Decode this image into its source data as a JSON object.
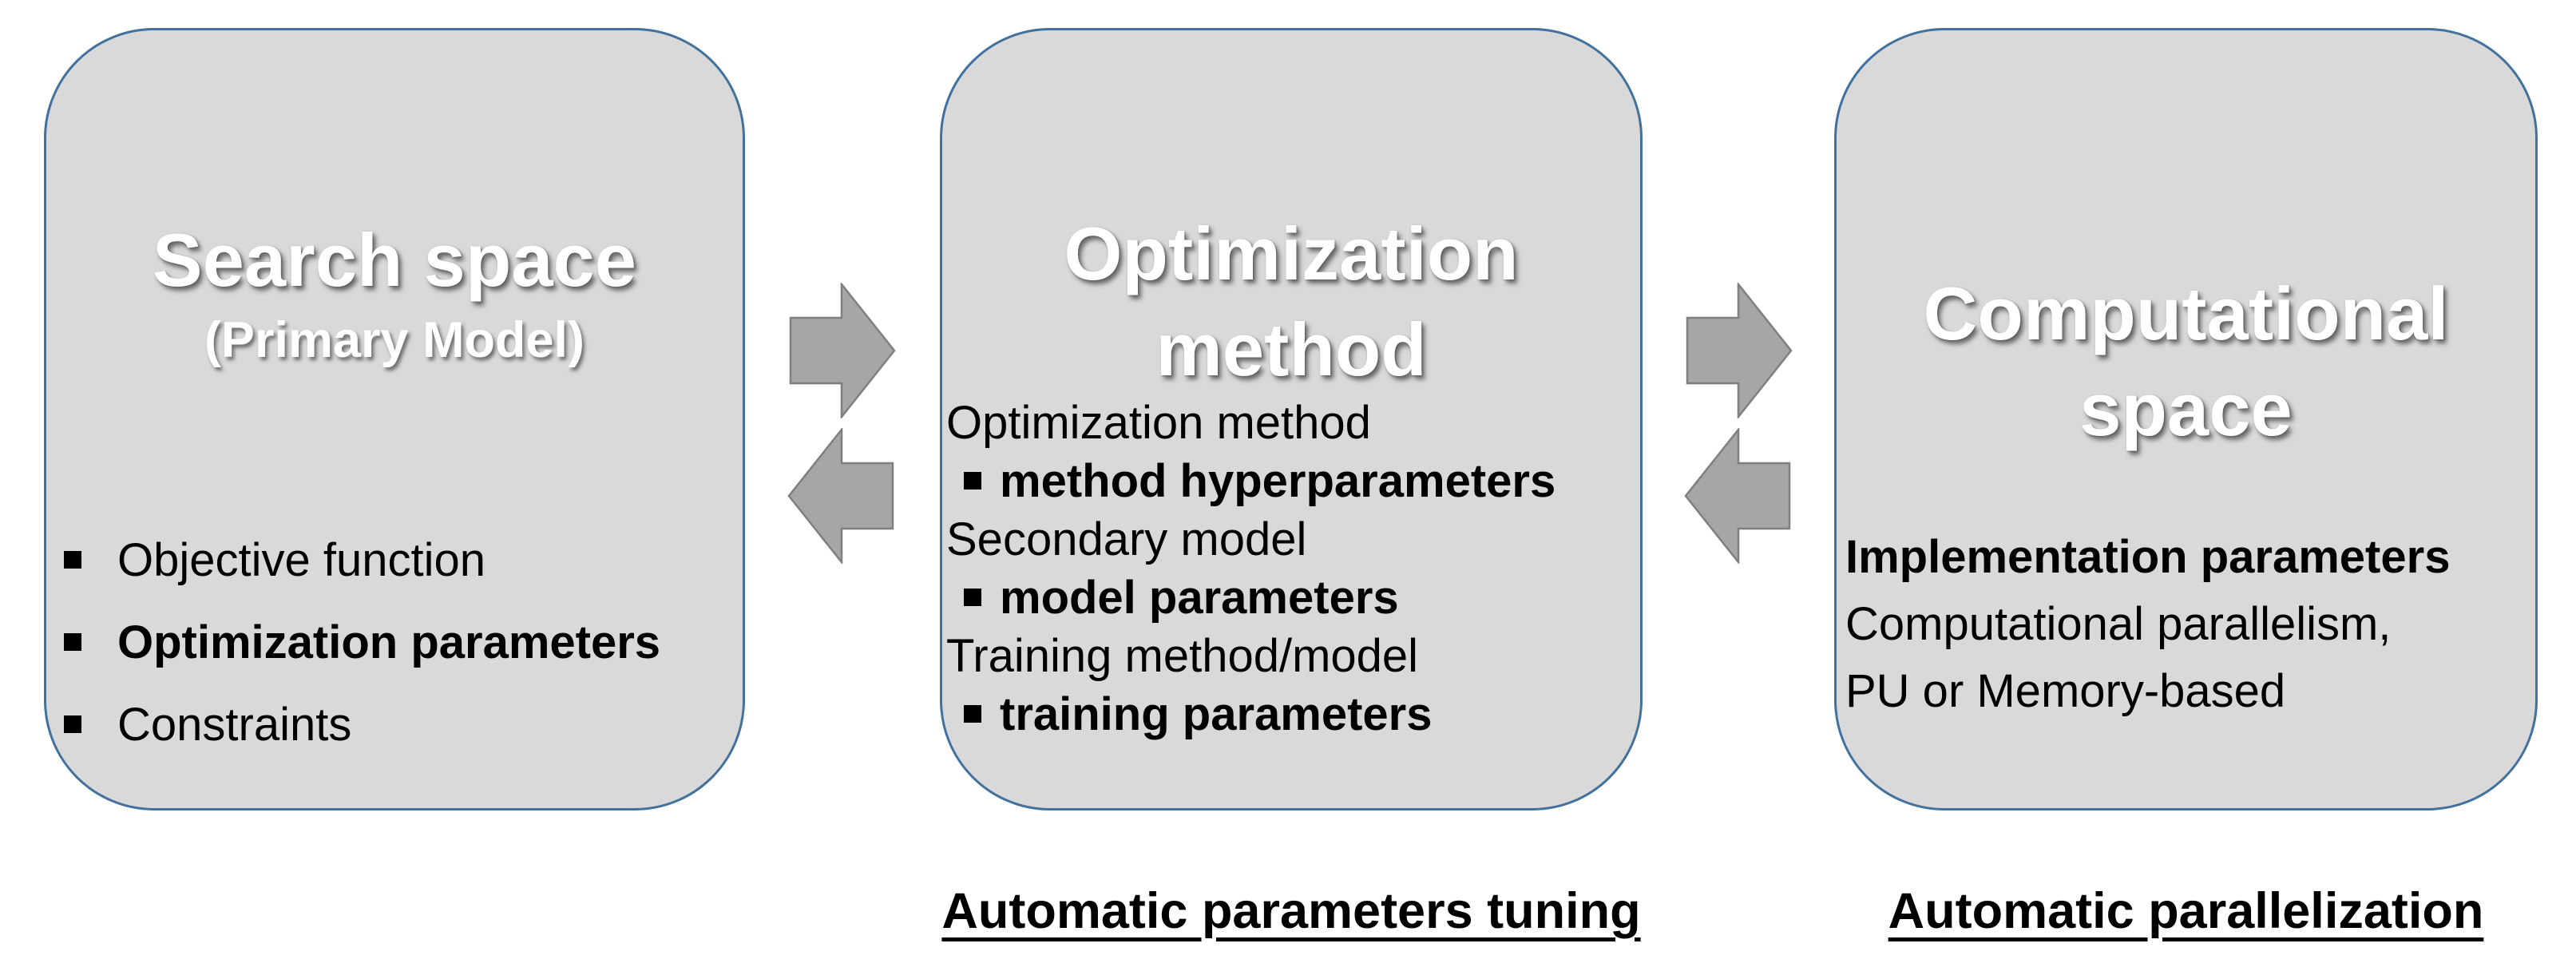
{
  "colors": {
    "box_fill": "#d9d9d9",
    "box_border": "#41719c",
    "arrow_fill": "#a6a6a6",
    "arrow_border": "#7f7f7f",
    "title_text": "#ffffff",
    "body_text": "#000000"
  },
  "icons": {
    "forward": "arrow-right-icon",
    "backward": "arrow-left-icon",
    "bullet": "square-bullet-icon"
  },
  "box1": {
    "title": "Search space",
    "subtitle": "(Primary Model)",
    "bullets": [
      {
        "text": "Objective function",
        "bold": false
      },
      {
        "text": "Optimization parameters",
        "bold": true
      },
      {
        "text": "Constraints",
        "bold": false
      }
    ]
  },
  "box2": {
    "title_line1": "Optimization",
    "title_line2": "method",
    "lines": [
      {
        "text": "Optimization method",
        "style": "plain"
      },
      {
        "text": "method hyperparameters",
        "style": "bullet-bold"
      },
      {
        "text": "Secondary model",
        "style": "plain"
      },
      {
        "text": "model parameters",
        "style": "bullet-bold"
      },
      {
        "text": "Training method/model",
        "style": "plain"
      },
      {
        "text": "training parameters",
        "style": "bullet-bold"
      }
    ]
  },
  "box3": {
    "title_line1": "Computational",
    "title_line2": "space",
    "lines": [
      {
        "text": "Implementation parameters",
        "style": "bold"
      },
      {
        "text": "Computational parallelism,",
        "style": "plain"
      },
      {
        "text": "PU or Memory-based",
        "style": "plain"
      }
    ]
  },
  "captions": {
    "tuning": "Automatic parameters tuning",
    "parallelization": "Automatic parallelization"
  }
}
